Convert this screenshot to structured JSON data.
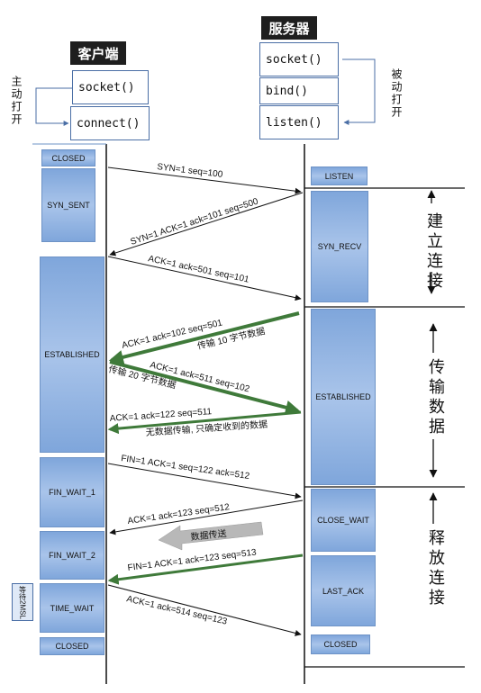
{
  "client": {
    "title": "客户端",
    "api": [
      "socket()",
      "connect()"
    ],
    "active_open": "主动打开",
    "states": [
      "CLOSED",
      "SYN_SENT",
      "ESTABLISHED",
      "FIN_WAIT_1",
      "FIN_WAIT_2",
      "TIME_WAIT",
      "CLOSED"
    ],
    "wait_note": "等待2MSL"
  },
  "server": {
    "title": "服务器",
    "api": [
      "socket()",
      "bind()",
      "listen()"
    ],
    "passive_open": "被动打开",
    "states": [
      "LISTEN",
      "SYN_RECV",
      "ESTABLISHED",
      "CLOSE_WAIT",
      "LAST_ACK",
      "CLOSED"
    ]
  },
  "phases": [
    "建立连接",
    "传输数据",
    "释放连接"
  ],
  "messages": [
    "SYN=1   seq=100",
    "SYN=1 ACK=1  ack=101  seq=500",
    "ACK=1  ack=501  seq=101",
    "ACK=1  ack=102  seq=501",
    "传输 10 字节数据",
    "ACK=1  ack=511  seq=102",
    "传输 20 字节数据",
    "ACK=1  ack=122  seq=511",
    "无数据传输, 只确定收到的数据",
    "FIN=1  ACK=1  seq=122  ack=512",
    "ACK=1     ack=123    seq=512",
    "数据传送",
    "FIN=1  ACK=1  ack=123  seq=513",
    "ACK=1  ack=514  seq=123"
  ],
  "colors": {
    "state_fill": "#8fb2e3",
    "data_arrow": "#3f7a3a",
    "api_border": "#4a6ea5"
  }
}
